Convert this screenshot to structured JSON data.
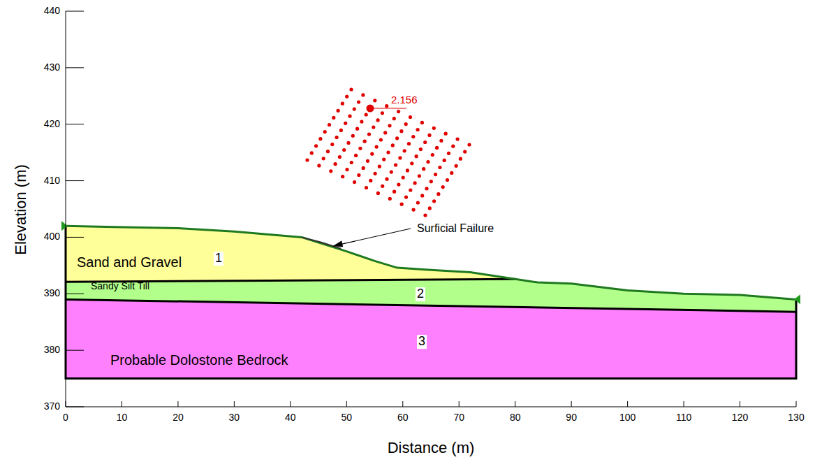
{
  "diagram": {
    "labels": [
      "440",
      "430",
      "420",
      "410",
      "400",
      "390",
      "380",
      "370",
      "0",
      "10",
      "20",
      "30",
      "40",
      "50",
      "60",
      "70",
      "80",
      "90",
      "100",
      "110",
      "120",
      "130",
      "Elevation (m)",
      "Distance (m)",
      "Sand and Gravel",
      "1",
      "Sandy Silt Till",
      "2",
      "Probable Dolostone Bedrock",
      "3",
      "Surficial Failure",
      "2.156"
    ]
  }
}
